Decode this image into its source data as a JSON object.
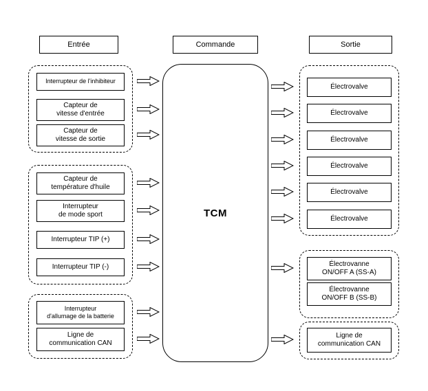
{
  "headers": {
    "entree": "Entrée",
    "commande": "Commande",
    "sortie": "Sortie"
  },
  "controller": {
    "label": "TCM"
  },
  "inputs": {
    "group1": {
      "items": [
        "Interrupteur de l'inhibiteur",
        "Capteur de\nvitesse d'entrée",
        "Capteur de\nvitesse de sortie"
      ]
    },
    "group2": {
      "items": [
        "Capteur de\ntempérature d'huile",
        "Interrupteur\nde mode sport",
        "Interrupteur TIP (+)",
        "Interrupteur TIP (-)"
      ]
    },
    "group3": {
      "items": [
        "Interrupteur\nd'allumage de la batterie",
        "Ligne de\ncommunication CAN"
      ]
    }
  },
  "outputs": {
    "group1": {
      "items": [
        "Électrovalve",
        "Électrovalve",
        "Électrovalve",
        "Électrovalve",
        "Électrovalve",
        "Électrovalve"
      ]
    },
    "group2": {
      "items": [
        "Électrovanne\nON/OFF A (SS-A)",
        "Électrovanne\nON/OFF B (SS-B)"
      ]
    },
    "group3": {
      "items": [
        "Ligne de\ncommunication CAN"
      ]
    }
  },
  "icons": {
    "flow_arrow": "right-block-arrow"
  },
  "colors": {
    "line": "#000000",
    "background": "#ffffff"
  }
}
